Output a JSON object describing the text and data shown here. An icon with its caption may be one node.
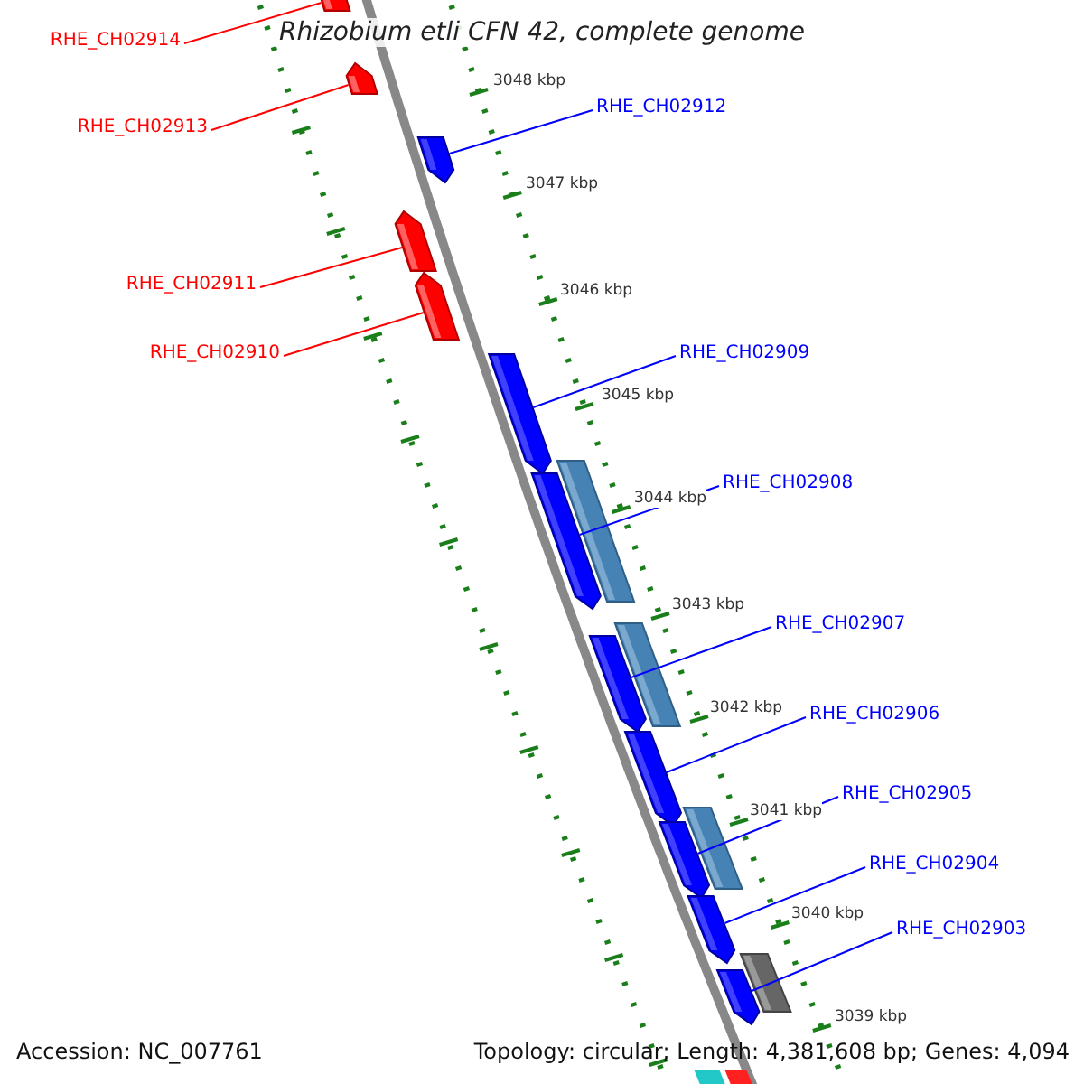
{
  "diagram": {
    "title": "Rhizobium etli CFN 42, complete genome",
    "nodes": [
      {
        "text": [
          "RHE_CH02914"
        ]
      },
      {
        "text": [],
        "shape": "box"
      },
      {
        "text": [
          "RHE_CH02913"
        ]
      },
      {
        "text": [],
        "shape": "box"
      },
      {
        "text": [
          "RHE_CH02912"
        ]
      },
      {
        "text": [],
        "shape": "box"
      },
      {
        "text": [
          "RHE_CH02911"
        ]
      },
      {
        "text": [],
        "shape": "box"
      },
      {
        "text": [
          "RHE_CH02910"
        ]
      },
      {
        "text": [],
        "shape": "box"
      },
      {
        "text": [
          "RHE_CH02909"
        ]
      },
      {
        "text": [],
        "shape": "box"
      },
      {
        "text": [
          "RHE_CH02908"
        ]
      },
      {
        "text": [],
        "shape": "box"
      },
      {
        "text": [
          "RHE_CH02907"
        ]
      },
      {
        "text": [],
        "shape": "box"
      },
      {
        "text": [
          "RHE_CH02906"
        ]
      },
      {
        "text": [],
        "shape": "box"
      },
      {
        "text": [
          "RHE_CH02905"
        ]
      },
      {
        "text": [],
        "shape": "box"
      },
      {
        "text": [
          "RHE_CH02904"
        ]
      },
      {
        "text": [],
        "shape": "box"
      },
      {
        "text": [
          "RHE_CH02903"
        ]
      },
      {
        "text": [],
        "shape": "box"
      }
    ],
    "edges": [
      {
        "from": 0,
        "to": 1,
        "arrow": "none",
        "color": "#ff0000"
      },
      {
        "from": 2,
        "to": 3,
        "arrow": "none",
        "color": "#ff0000"
      },
      {
        "from": 4,
        "to": 5,
        "arrow": "none"
      },
      {
        "from": 6,
        "to": 7,
        "arrow": "none",
        "color": "#ff0000"
      },
      {
        "from": 8,
        "to": 9,
        "arrow": "none",
        "color": "#ff0000"
      },
      {
        "from": 10,
        "to": 11,
        "arrow": "none"
      },
      {
        "from": 12,
        "to": 13,
        "arrow": "none"
      },
      {
        "from": 14,
        "to": 15,
        "arrow": "none"
      },
      {
        "from": 16,
        "to": 17,
        "arrow": "none"
      },
      {
        "from": 18,
        "to": 19,
        "arrow": "none"
      },
      {
        "from": 20,
        "to": 21,
        "arrow": "none"
      },
      {
        "from": 22,
        "to": 23,
        "arrow": "none"
      }
    ],
    "labels": [
      "3048 kbp",
      "3047 kbp",
      "3046 kbp",
      "3045 kbp",
      "3044 kbp",
      "3043 kbp",
      "3042 kbp",
      "3041 kbp",
      "3040 kbp",
      "3039 kbp",
      "Accession: NC_007761",
      "Topology: circular; Length: 4,381,608 bp; Genes: 4,094"
    ]
  }
}
